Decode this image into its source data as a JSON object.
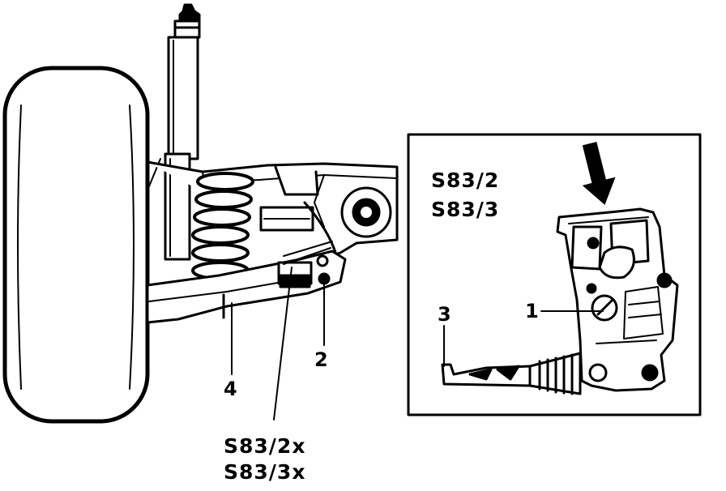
{
  "callouts": {
    "c1": "1",
    "c2": "2",
    "c3": "3",
    "c4": "4"
  },
  "codes": {
    "main_line1": "S83/2x",
    "main_line2": "S83/3x",
    "inset_line1": "S83/2",
    "inset_line2": "S83/3"
  }
}
